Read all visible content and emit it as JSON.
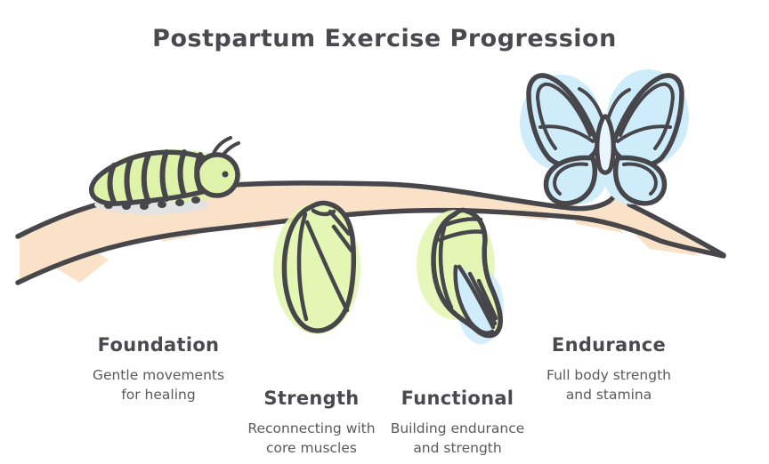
{
  "title": "Postpartum Exercise Progression",
  "stages": [
    {
      "label": "Foundation",
      "description": "Gentle movements\nfor healing"
    },
    {
      "label": "Strength",
      "description": "Reconnecting with\ncore muscles"
    },
    {
      "label": "Functional",
      "description": "Building endurance\nand strength"
    },
    {
      "label": "Endurance",
      "description": "Full body strength\nand stamina"
    }
  ],
  "illustration": {
    "parts": [
      {
        "name": "branch",
        "depicts": "tree branch"
      },
      {
        "name": "caterpillar",
        "stage": "Foundation"
      },
      {
        "name": "chrysalis-early",
        "stage": "Strength"
      },
      {
        "name": "chrysalis-late",
        "stage": "Functional"
      },
      {
        "name": "butterfly",
        "stage": "Endurance"
      }
    ]
  },
  "colors": {
    "ink": "#47474b",
    "text": "#4a4a4e",
    "subtext": "#5a5a5e",
    "branch": "#fae2c8",
    "leafGreen": "#def3a9",
    "chrysalisGreen": "#e4f6b4",
    "butterflyBlue": "#cfecfb",
    "butterflyBody": "#eaf6fd",
    "shadowGray": "#e3e3e3",
    "background": "#ffffff"
  }
}
